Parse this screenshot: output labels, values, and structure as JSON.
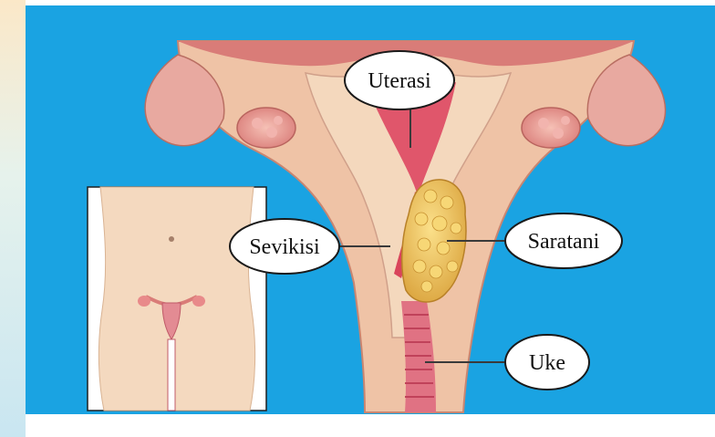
{
  "labels": {
    "uterus": "Uterasi",
    "cervix": "Sevikisi",
    "cancer": "Saratani",
    "vagina": "Uke"
  },
  "colors": {
    "background": "#1aa3e2",
    "tissue_outer": "#e8a9a0",
    "tissue_wall": "#f3d2b6",
    "cavity": "#e0566b",
    "tumor": "#f0c24a",
    "skin": "#f4d9bf"
  }
}
